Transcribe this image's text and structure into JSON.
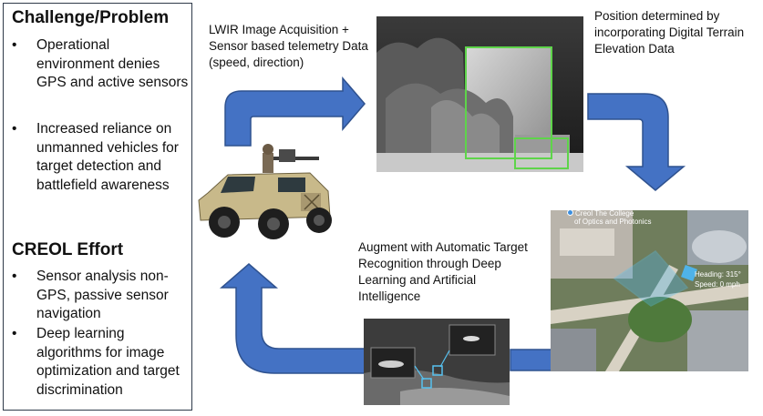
{
  "challenge": {
    "heading": "Challenge/Problem",
    "bullets": [
      "Operational environment denies GPS and active sensors",
      "Increased reliance on unmanned vehicles for target detection and battlefield awareness"
    ]
  },
  "effort": {
    "heading": "CREOL Effort",
    "bullets": [
      "Sensor analysis non-GPS, passive sensor navigation",
      "Deep learning algorithms for image optimization and target discrimination"
    ]
  },
  "bullet_glyph": "•",
  "captions": {
    "lwir": "LWIR Image Acquisition + Sensor based telemetry Data (speed, direction)",
    "position": "Position determined by incorporating Digital Terrain Elevation Data",
    "augment": "Augment with Automatic Target Recognition through Deep Learning and Artificial Intelligence"
  },
  "map_overlay": {
    "place_label_1": "Creol The College",
    "place_label_2": "of Optics and Photonics",
    "heading": "Heading: 315°",
    "speed": "Speed: 0 mph"
  },
  "colors": {
    "arrow_fill": "#4472c4",
    "arrow_stroke": "#2f528f",
    "box_green": "#5ed44a",
    "panel_border": "#2f3b4a"
  },
  "icons": [
    "bullet-dot",
    "map-pin-icon"
  ]
}
